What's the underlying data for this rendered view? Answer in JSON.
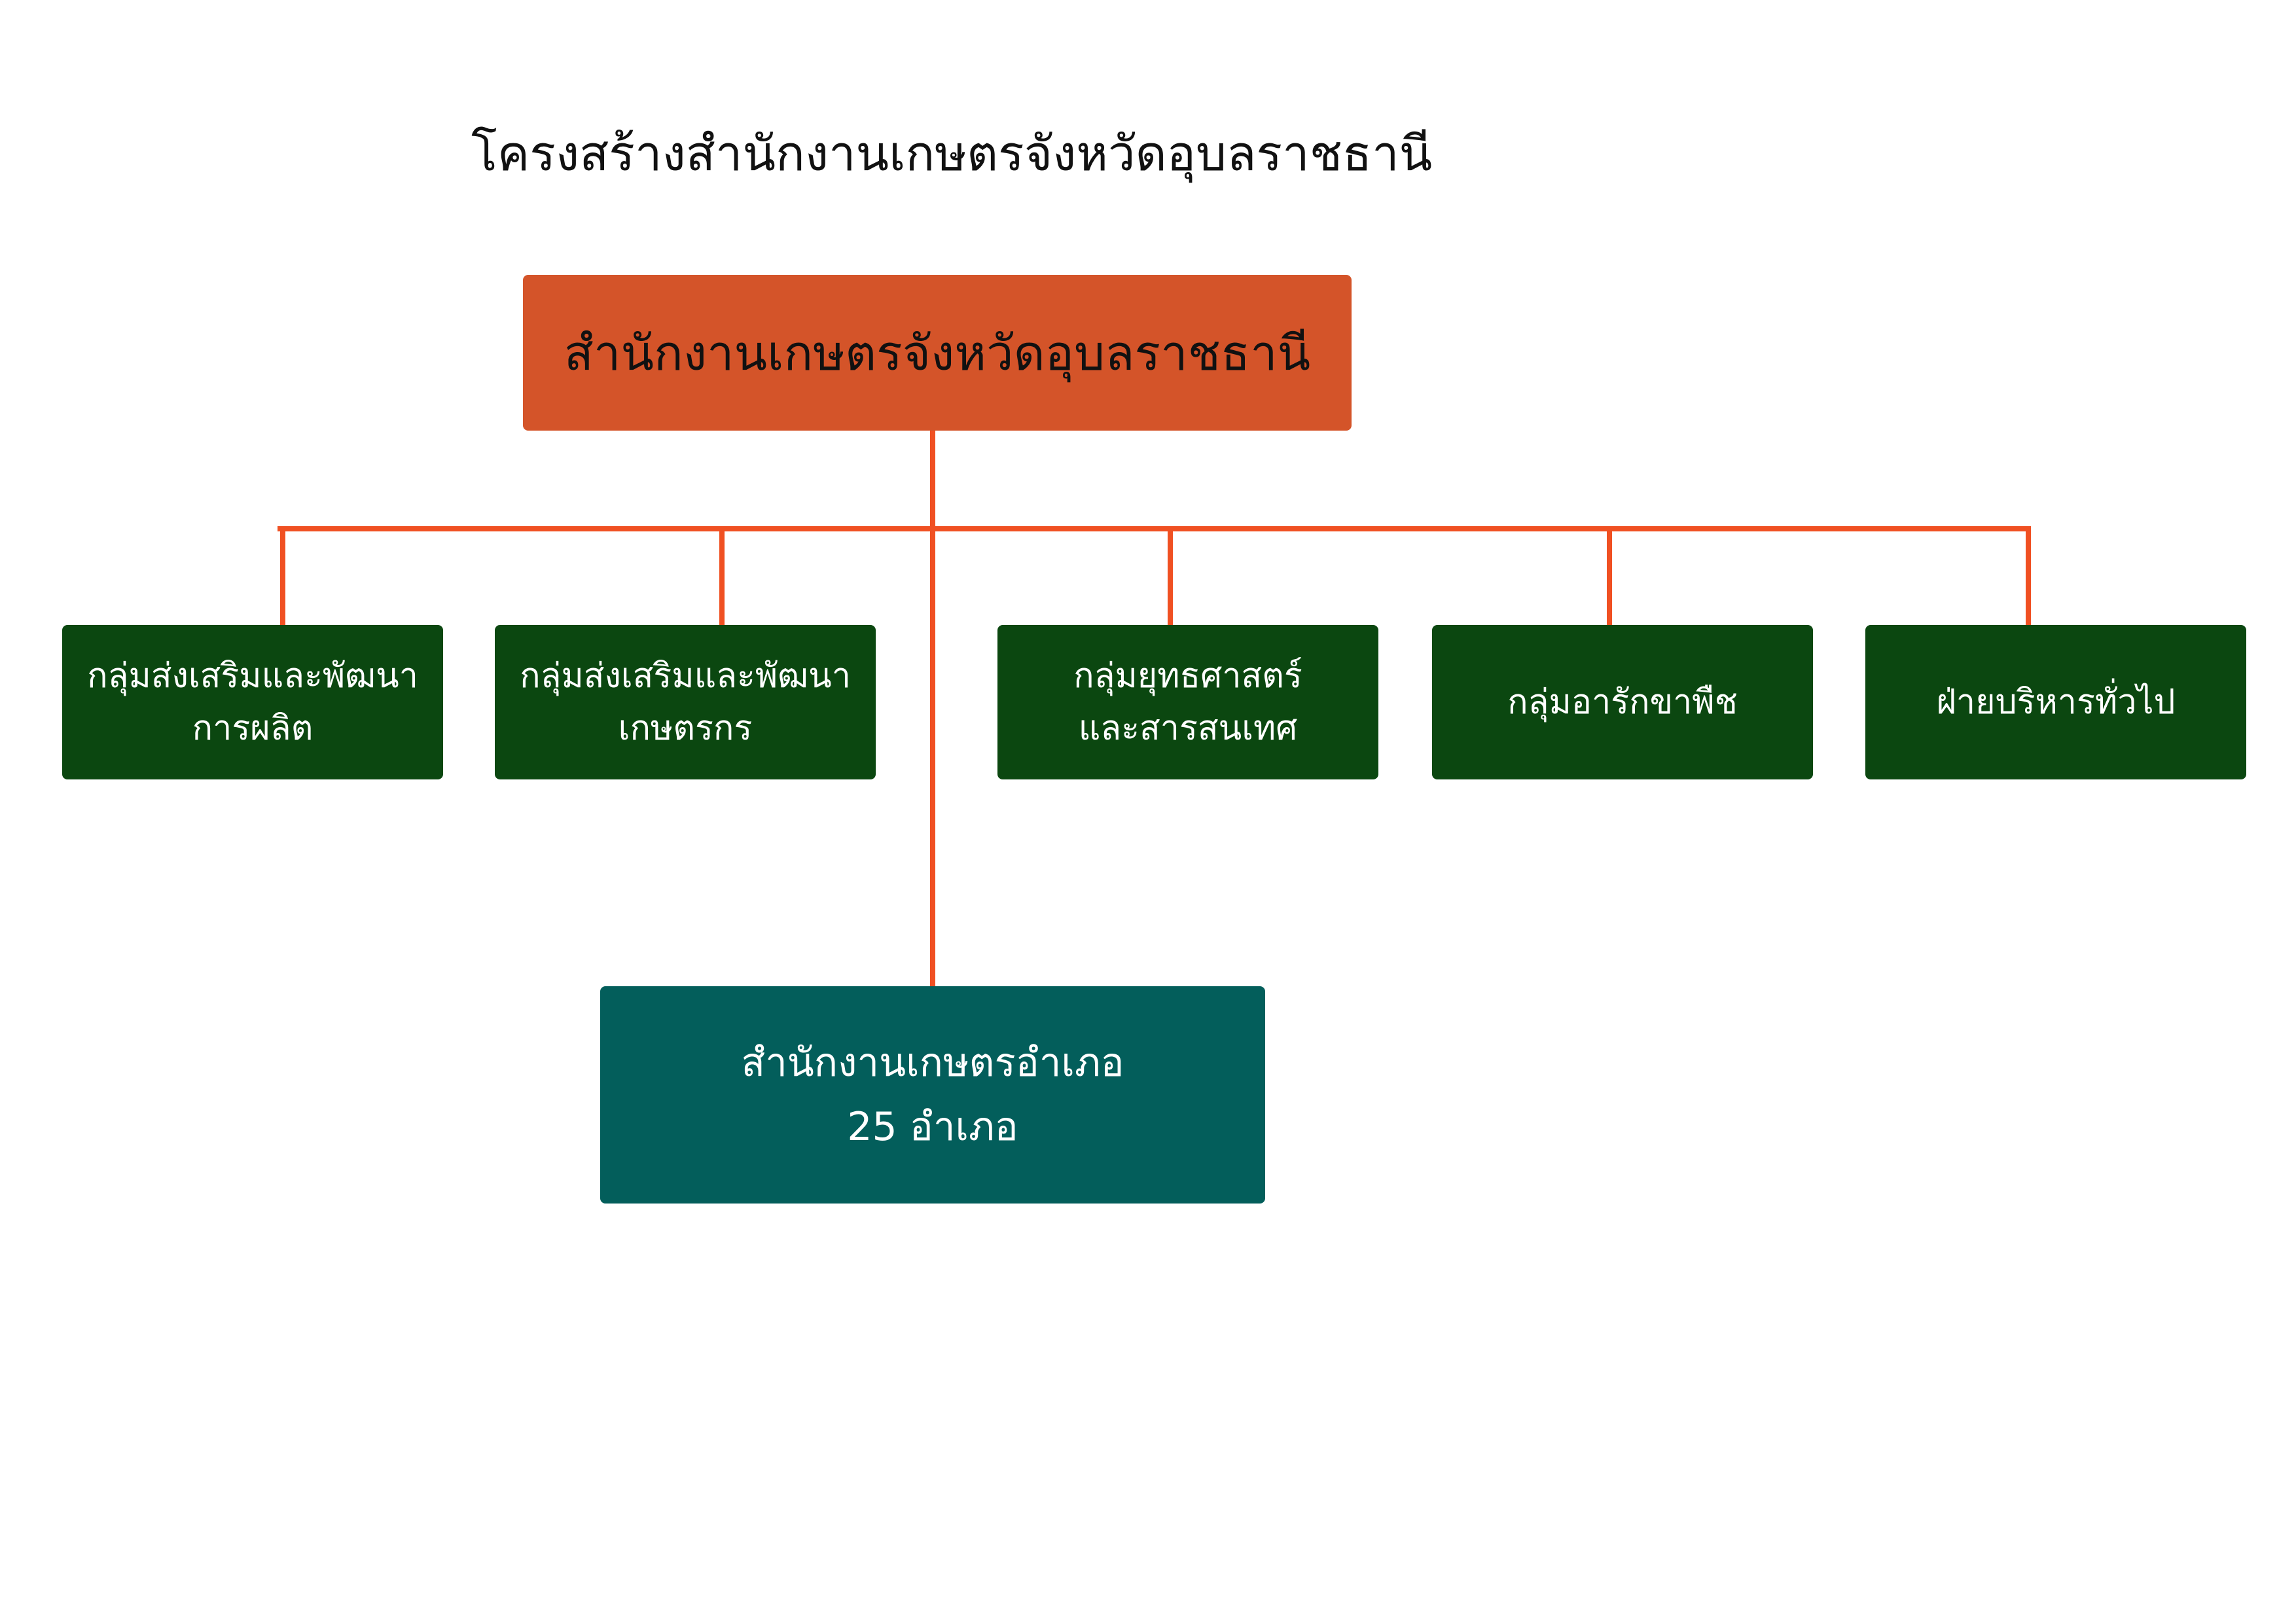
{
  "title": "โครงสร้างสำนักงานเกษตรจังหวัดอุบลราชธานี",
  "root": {
    "label": "สำนักงานเกษตรจังหวัดอุบลราชธานี"
  },
  "groups": [
    {
      "lines": [
        "กลุ่มส่งเสริมและพัฒนา",
        "การผลิต"
      ]
    },
    {
      "lines": [
        "กลุ่มส่งเสริมและพัฒนา",
        "เกษตรกร"
      ]
    },
    {
      "lines": [
        "กลุ่มยุทธศาสตร์",
        "และสารสนเทศ"
      ]
    },
    {
      "lines": [
        "กลุ่มอารักขาพืช"
      ]
    },
    {
      "lines": [
        "ฝ่ายบริหารทั่วไป"
      ]
    }
  ],
  "district": {
    "lines": [
      "สำนักงานเกษตรอำเภอ",
      "25 อำเภอ"
    ]
  },
  "colors": {
    "root": "#d45429",
    "connector": "#f05022",
    "group": "#0b4710",
    "district": "#035e5b",
    "title": "#111111",
    "box_text": "#ffffff"
  }
}
